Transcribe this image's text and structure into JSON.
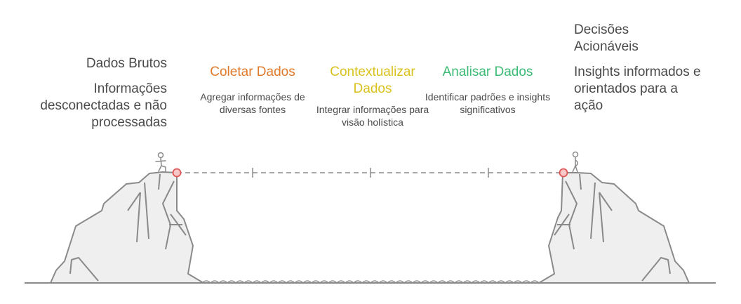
{
  "colors": {
    "accent_orange": "#e07b2c",
    "accent_yellow": "#d9c21e",
    "accent_green": "#3dbb75",
    "marker_red": "#e05555",
    "rock_fill": "#efefef",
    "rock_stroke": "#8a8a8a",
    "text": "#4a4a4a"
  },
  "start": {
    "title": "Dados Brutos",
    "description": "Informações desconectadas e não processadas"
  },
  "end": {
    "title": "Decisões Acionáveis",
    "description": "Insights informados e orientados para a ação"
  },
  "steps": [
    {
      "title": "Coletar Dados",
      "description": "Agregar informações de diversas fontes",
      "color": "#e07b2c"
    },
    {
      "title": "Contextualizar Dados",
      "description": "Integrar informações para visão holística",
      "color": "#d9c21e"
    },
    {
      "title": "Analisar Dados",
      "description": "Identificar padrões e insights significativos",
      "color": "#3dbb75"
    }
  ],
  "icons": {
    "start_figure": "standing-person-icon",
    "end_figure": "standing-person-icon",
    "markers": "circle-marker-icon"
  }
}
